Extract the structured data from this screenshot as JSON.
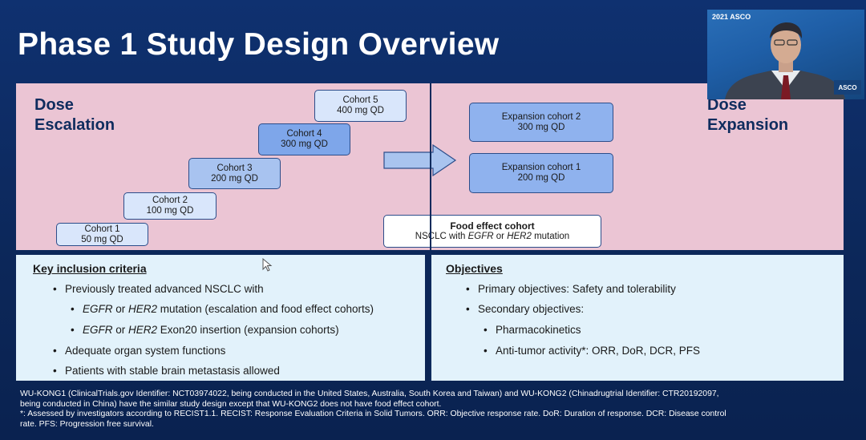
{
  "slide": {
    "title": "Phase 1 Study Design Overview"
  },
  "dose_escalation": {
    "heading_line1": "Dose",
    "heading_line2": "Escalation",
    "cohorts": [
      {
        "name": "Cohort 1",
        "dose": "50 mg QD"
      },
      {
        "name": "Cohort 2",
        "dose": "100 mg QD"
      },
      {
        "name": "Cohort 3",
        "dose": "200 mg QD"
      },
      {
        "name": "Cohort 4",
        "dose": "300 mg QD"
      },
      {
        "name": "Cohort 5",
        "dose": "400 mg QD"
      }
    ]
  },
  "dose_expansion": {
    "heading_line1": "Dose",
    "heading_line2": "Expansion",
    "cohorts": [
      {
        "name": "Expansion cohort 2",
        "dose": "300 mg QD"
      },
      {
        "name": "Expansion cohort 1",
        "dose": "200 mg QD"
      }
    ]
  },
  "food_effect": {
    "title": "Food effect cohort",
    "line_prefix": "NSCLC with ",
    "gene1": "EGFR",
    "conj": " or ",
    "gene2": "HER2",
    "line_suffix": " mutation"
  },
  "inclusion": {
    "title": "Key inclusion criteria",
    "item1": "Previously treated advanced NSCLC with",
    "sub1_gene1": "EGFR",
    "sub1_conj": " or ",
    "sub1_gene2": "HER2",
    "sub1_rest": " mutation (escalation and food effect cohorts)",
    "sub2_gene1": "EGFR",
    "sub2_conj": " or ",
    "sub2_gene2": "HER2",
    "sub2_rest": " Exon20 insertion (expansion cohorts)",
    "item2": "Adequate organ system functions",
    "item3": "Patients with stable brain metastasis allowed"
  },
  "objectives": {
    "title": "Objectives",
    "primary": "Primary objectives: Safety and tolerability",
    "secondary": "Secondary objectives:",
    "sub1": "Pharmacokinetics",
    "sub2": "Anti-tumor activity*: ORR, DoR, DCR, PFS"
  },
  "footnote": {
    "line1": "WU-KONG1 (ClinicalTrials.gov Identifier: NCT03974022, being conducted in the United States, Australia, South Korea and Taiwan) and WU-KONG2 (Chinadrugtrial Identifier: CTR20192097,",
    "line2": "being conducted in China) have the similar study design except that WU-KONG2 does not have food effect cohort.",
    "line3": "*: Assessed by investigators according to RECIST1.1. RECIST: Response Evaluation Criteria in Solid Tumors. ORR: Objective response rate. DoR: Duration of response. DCR: Disease control",
    "line4": "rate. PFS: Progression free survival."
  },
  "webcam": {
    "top_text": "2021 ASCO",
    "badge_text": "ASCO"
  },
  "colors": {
    "slide_bg": "#0d2a5c",
    "top_panel": "#ebc5d4",
    "bottom_panel": "#e2f2fb",
    "cohort_light": "#d9e6fb",
    "cohort_dark": "#7ea6ea",
    "expansion": "#8fb2ee"
  }
}
